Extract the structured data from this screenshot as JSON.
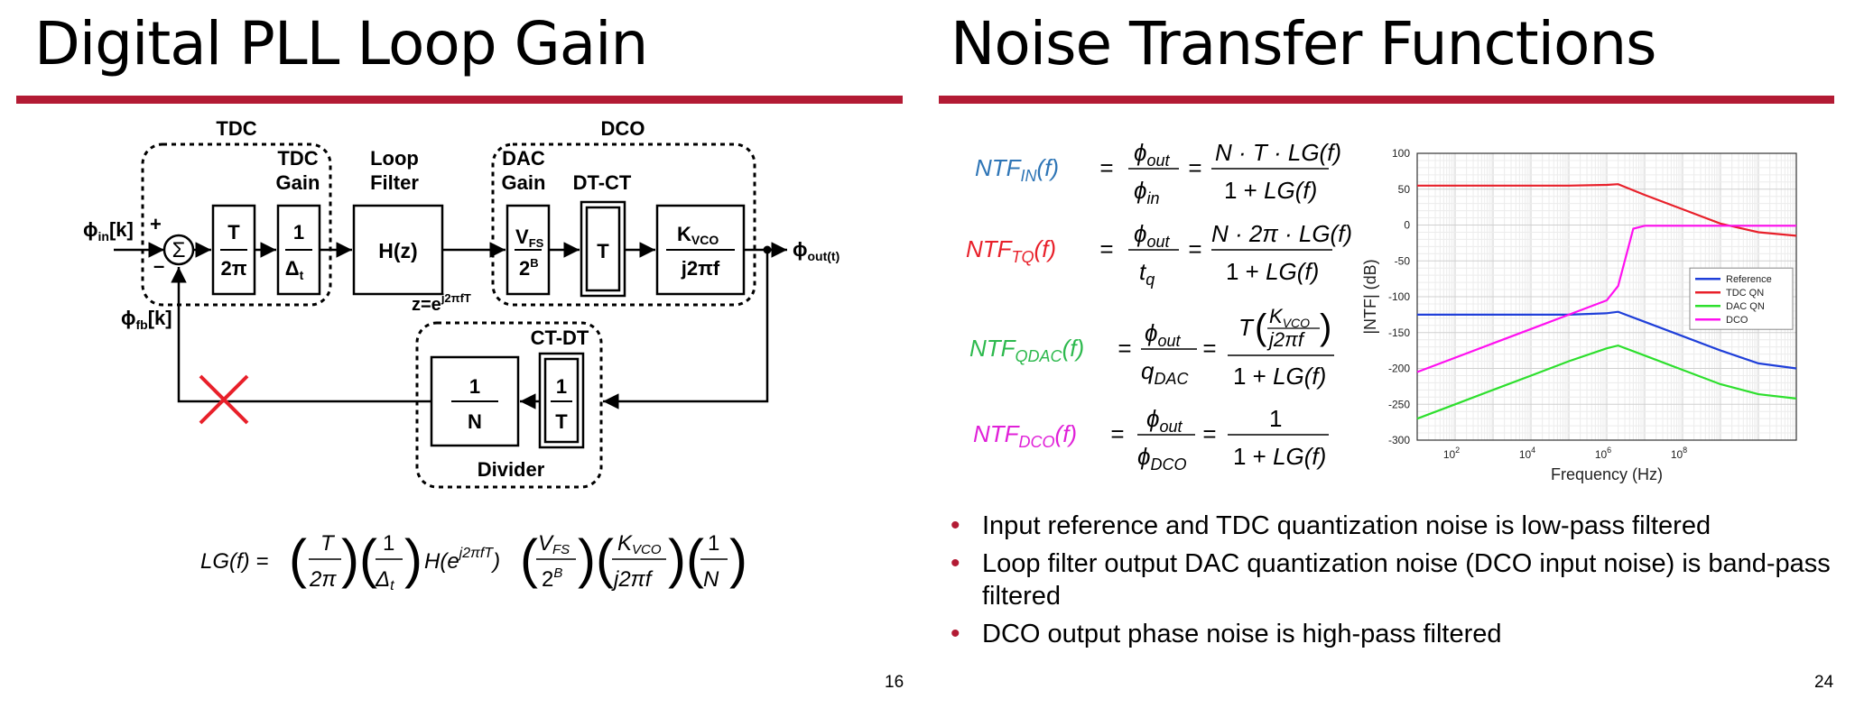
{
  "left": {
    "title": "Digital PLL Loop Gain",
    "page_number": "16",
    "diagram": {
      "tdc_group": "TDC",
      "dco_group": "DCO",
      "tdc_gain_line1": "TDC",
      "tdc_gain_line2": "Gain",
      "loop_filter_line1": "Loop",
      "loop_filter_line2": "Filter",
      "dac_gain_line1": "DAC",
      "dac_gain_line2": "Gain",
      "dt_ct": "DT-CT",
      "ct_dt": "CT-DT",
      "divider": "Divider",
      "input_base": "ϕ",
      "input_sub": "in",
      "input_suffix": "[k]",
      "fb_base": "ϕ",
      "fb_sub": "fb",
      "fb_suffix": "[k]",
      "out_base": "ϕ",
      "out_sub": "out(t)",
      "plus": "+",
      "minus": "–",
      "sigma": "Σ",
      "block_t": "T",
      "block_2pi": "2π",
      "block_one": "1",
      "block_delta": "Δ",
      "block_delta_sub": "t",
      "block_hz": "H(z)",
      "z_eq": "z=e",
      "z_sup": "j2πfT",
      "block_vfs": "V",
      "block_vfs_sub": "FS",
      "block_2b": "2",
      "block_2b_sup": "B",
      "block_T2": "T",
      "block_kvco": "K",
      "block_kvco_sub": "VCO",
      "block_j2pif": "j2πf",
      "div_one": "1",
      "div_N": "N",
      "ctdt_one": "1",
      "ctdt_T": "T"
    },
    "loop_gain_equation": "LG(f) = (T/2π)(1/Δt) H(e^{j2πfT}) (VFS/2^B)(KVCO/j2πf)(1/N)"
  },
  "right": {
    "title": "Noise Transfer Functions",
    "page_number": "24",
    "equations": [
      {
        "name": "NTF_IN",
        "lhs": "NTF",
        "sub": "IN",
        "color": "#2e75b6",
        "ratio_num": "ϕ",
        "ratio_num_sub": "out",
        "ratio_den": "ϕ",
        "ratio_den_sub": "in",
        "num": "N · T · LG(f)",
        "den": "1 + LG(f)"
      },
      {
        "name": "NTF_TQ",
        "lhs": "NTF",
        "sub": "TQ",
        "color": "#e8202a",
        "ratio_num": "ϕ",
        "ratio_num_sub": "out",
        "ratio_den": "t",
        "ratio_den_sub": "q",
        "num": "N · 2π · LG(f)",
        "den": "1 + LG(f)"
      },
      {
        "name": "NTF_QDAC",
        "lhs": "NTF",
        "sub": "QDAC",
        "color": "#2db94d",
        "ratio_num": "ϕ",
        "ratio_num_sub": "out",
        "ratio_den": "q",
        "ratio_den_sub": "DAC",
        "num": "T (KVCO / j2πf)",
        "den": "1 + LG(f)"
      },
      {
        "name": "NTF_DCO",
        "lhs": "NTF",
        "sub": "DCO",
        "color": "#e020d8",
        "ratio_num": "ϕ",
        "ratio_num_sub": "out",
        "ratio_den": "ϕ",
        "ratio_den_sub": "DCO",
        "num": "1",
        "den": "1 + LG(f)"
      }
    ],
    "bullets": [
      "Input reference and TDC quantization noise is low-pass filtered",
      "Loop filter output DAC quantization noise (DCO input noise) is band-pass filtered",
      "DCO output phase noise is high-pass filtered"
    ]
  },
  "chart_data": {
    "type": "line",
    "title": "",
    "xlabel": "Frequency (Hz)",
    "ylabel": "|NTF| (dB)",
    "xscale": "log",
    "xlim": [
      10,
      100000000000.0
    ],
    "ylim": [
      -300,
      100
    ],
    "yticks": [
      100,
      50,
      0,
      -50,
      -100,
      -150,
      -200,
      -250,
      -300
    ],
    "xticks": [
      {
        "value": 100,
        "base": "10",
        "exp": "2"
      },
      {
        "value": 10000,
        "base": "10",
        "exp": "4"
      },
      {
        "value": 1000000,
        "base": "10",
        "exp": "6"
      },
      {
        "value": 100000000,
        "base": "10",
        "exp": "8"
      }
    ],
    "grid": true,
    "legend_position": "right-middle",
    "series": [
      {
        "name": "Reference",
        "color": "#1f3fd9",
        "x": [
          10,
          100,
          1000,
          10000,
          100000,
          1000000,
          2000000,
          10000000,
          100000000,
          1000000000,
          10000000000,
          100000000000
        ],
        "y": [
          -125,
          -125,
          -125,
          -125,
          -125,
          -123,
          -121,
          -135,
          -155,
          -175,
          -193,
          -200
        ]
      },
      {
        "name": "TDC QN",
        "color": "#e8202a",
        "x": [
          10,
          100,
          1000,
          10000,
          100000,
          1000000,
          2000000,
          10000000,
          100000000,
          1000000000,
          10000000000,
          100000000000
        ],
        "y": [
          55,
          55,
          55,
          55,
          55,
          56,
          57,
          42,
          22,
          2,
          -10,
          -15
        ]
      },
      {
        "name": "DAC QN",
        "color": "#2ddf2d",
        "x": [
          10,
          100,
          1000,
          10000,
          100000,
          1000000,
          2000000,
          10000000,
          100000000,
          1000000000,
          10000000000,
          100000000000
        ],
        "y": [
          -270,
          -250,
          -230,
          -210,
          -190,
          -172,
          -168,
          -182,
          -202,
          -222,
          -236,
          -242
        ]
      },
      {
        "name": "DCO",
        "color": "#ff10f0",
        "x": [
          10,
          100,
          1000,
          10000,
          100000,
          1000000,
          2000000,
          5000000,
          10000000,
          100000000,
          1000000000,
          10000000000,
          100000000000
        ],
        "y": [
          -205,
          -185,
          -165,
          -145,
          -125,
          -105,
          -85,
          -5,
          -1,
          -1,
          -1,
          -1,
          -1
        ]
      }
    ]
  }
}
